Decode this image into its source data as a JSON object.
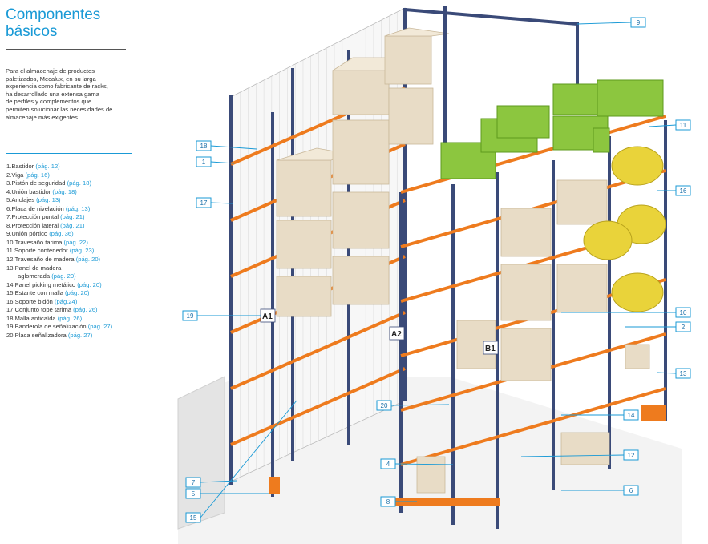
{
  "page": {
    "title_line1": "Componentes",
    "title_line2": "básicos",
    "intro": "Para el almacenaje de productos\npaletizados, Mecalux, en su larga\nexperiencia como fabricante de racks,\nha desarrollado una extensa gama\nde perfiles y complementos que\npermiten solucionar las necesidades de\nalmacenaje más exigentes."
  },
  "components": [
    {
      "num": "1.",
      "name": "Bastidor",
      "page": "(pág. 12)"
    },
    {
      "num": "2.",
      "name": "Viga",
      "page": "(pág. 16)"
    },
    {
      "num": "3.",
      "name": "Pistón de seguridad",
      "page": "(pág. 18)"
    },
    {
      "num": "4.",
      "name": "Unión bastidor",
      "page": "(pág. 18)"
    },
    {
      "num": "5.",
      "name": "Anclajes",
      "page": "(pág. 13)"
    },
    {
      "num": "6.",
      "name": "Placa de nivelación",
      "page": "(pág. 13)"
    },
    {
      "num": "7.",
      "name": "Protección puntal",
      "page": "(pág. 21)"
    },
    {
      "num": "8.",
      "name": "Protección lateral",
      "page": "(pág. 21)"
    },
    {
      "num": "9.",
      "name": "Unión pórtico",
      "page": "(pág. 36)"
    },
    {
      "num": "10.",
      "name": "Travesaño tarima",
      "page": "(pág. 22)"
    },
    {
      "num": "11.",
      "name": "Soporte contenedor",
      "page": "(pág. 23)"
    },
    {
      "num": "12.",
      "name": "Travesaño de madera",
      "page": "(pág. 20)"
    },
    {
      "num": "13.",
      "name": "Panel de madera",
      "page": ""
    },
    {
      "num": "",
      "name": "aglomerada",
      "page": "(pág. 20)"
    },
    {
      "num": "14.",
      "name": "Panel picking metálico",
      "page": "(pág. 20)"
    },
    {
      "num": "15.",
      "name": "Estante con malla",
      "page": "(pág. 20)"
    },
    {
      "num": "16.",
      "name": "Soporte bidón",
      "page": "(pág.24)"
    },
    {
      "num": "17.",
      "name": "Conjunto tope tarima",
      "page": "(pág. 26)"
    },
    {
      "num": "18.",
      "name": "Malla anticaída",
      "page": "(pág. 26)"
    },
    {
      "num": "19.",
      "name": "Banderola de señalización",
      "page": "(pág. 27)"
    },
    {
      "num": "20.",
      "name": "Placa señalizadora",
      "page": "(pág. 27)"
    }
  ],
  "callouts": [
    "9",
    "18",
    "1",
    "17",
    "11",
    "16",
    "19",
    "10",
    "2",
    "13",
    "20",
    "14",
    "4",
    "12",
    "7",
    "5",
    "6",
    "8",
    "15"
  ],
  "signs": [
    "A1",
    "A2",
    "B1"
  ],
  "colors": {
    "accent": "#1a9ad6",
    "frame": "#3a4a78",
    "beam": "#ee7b1e",
    "crate": "#8cc63f",
    "drum": "#e9d33a"
  }
}
